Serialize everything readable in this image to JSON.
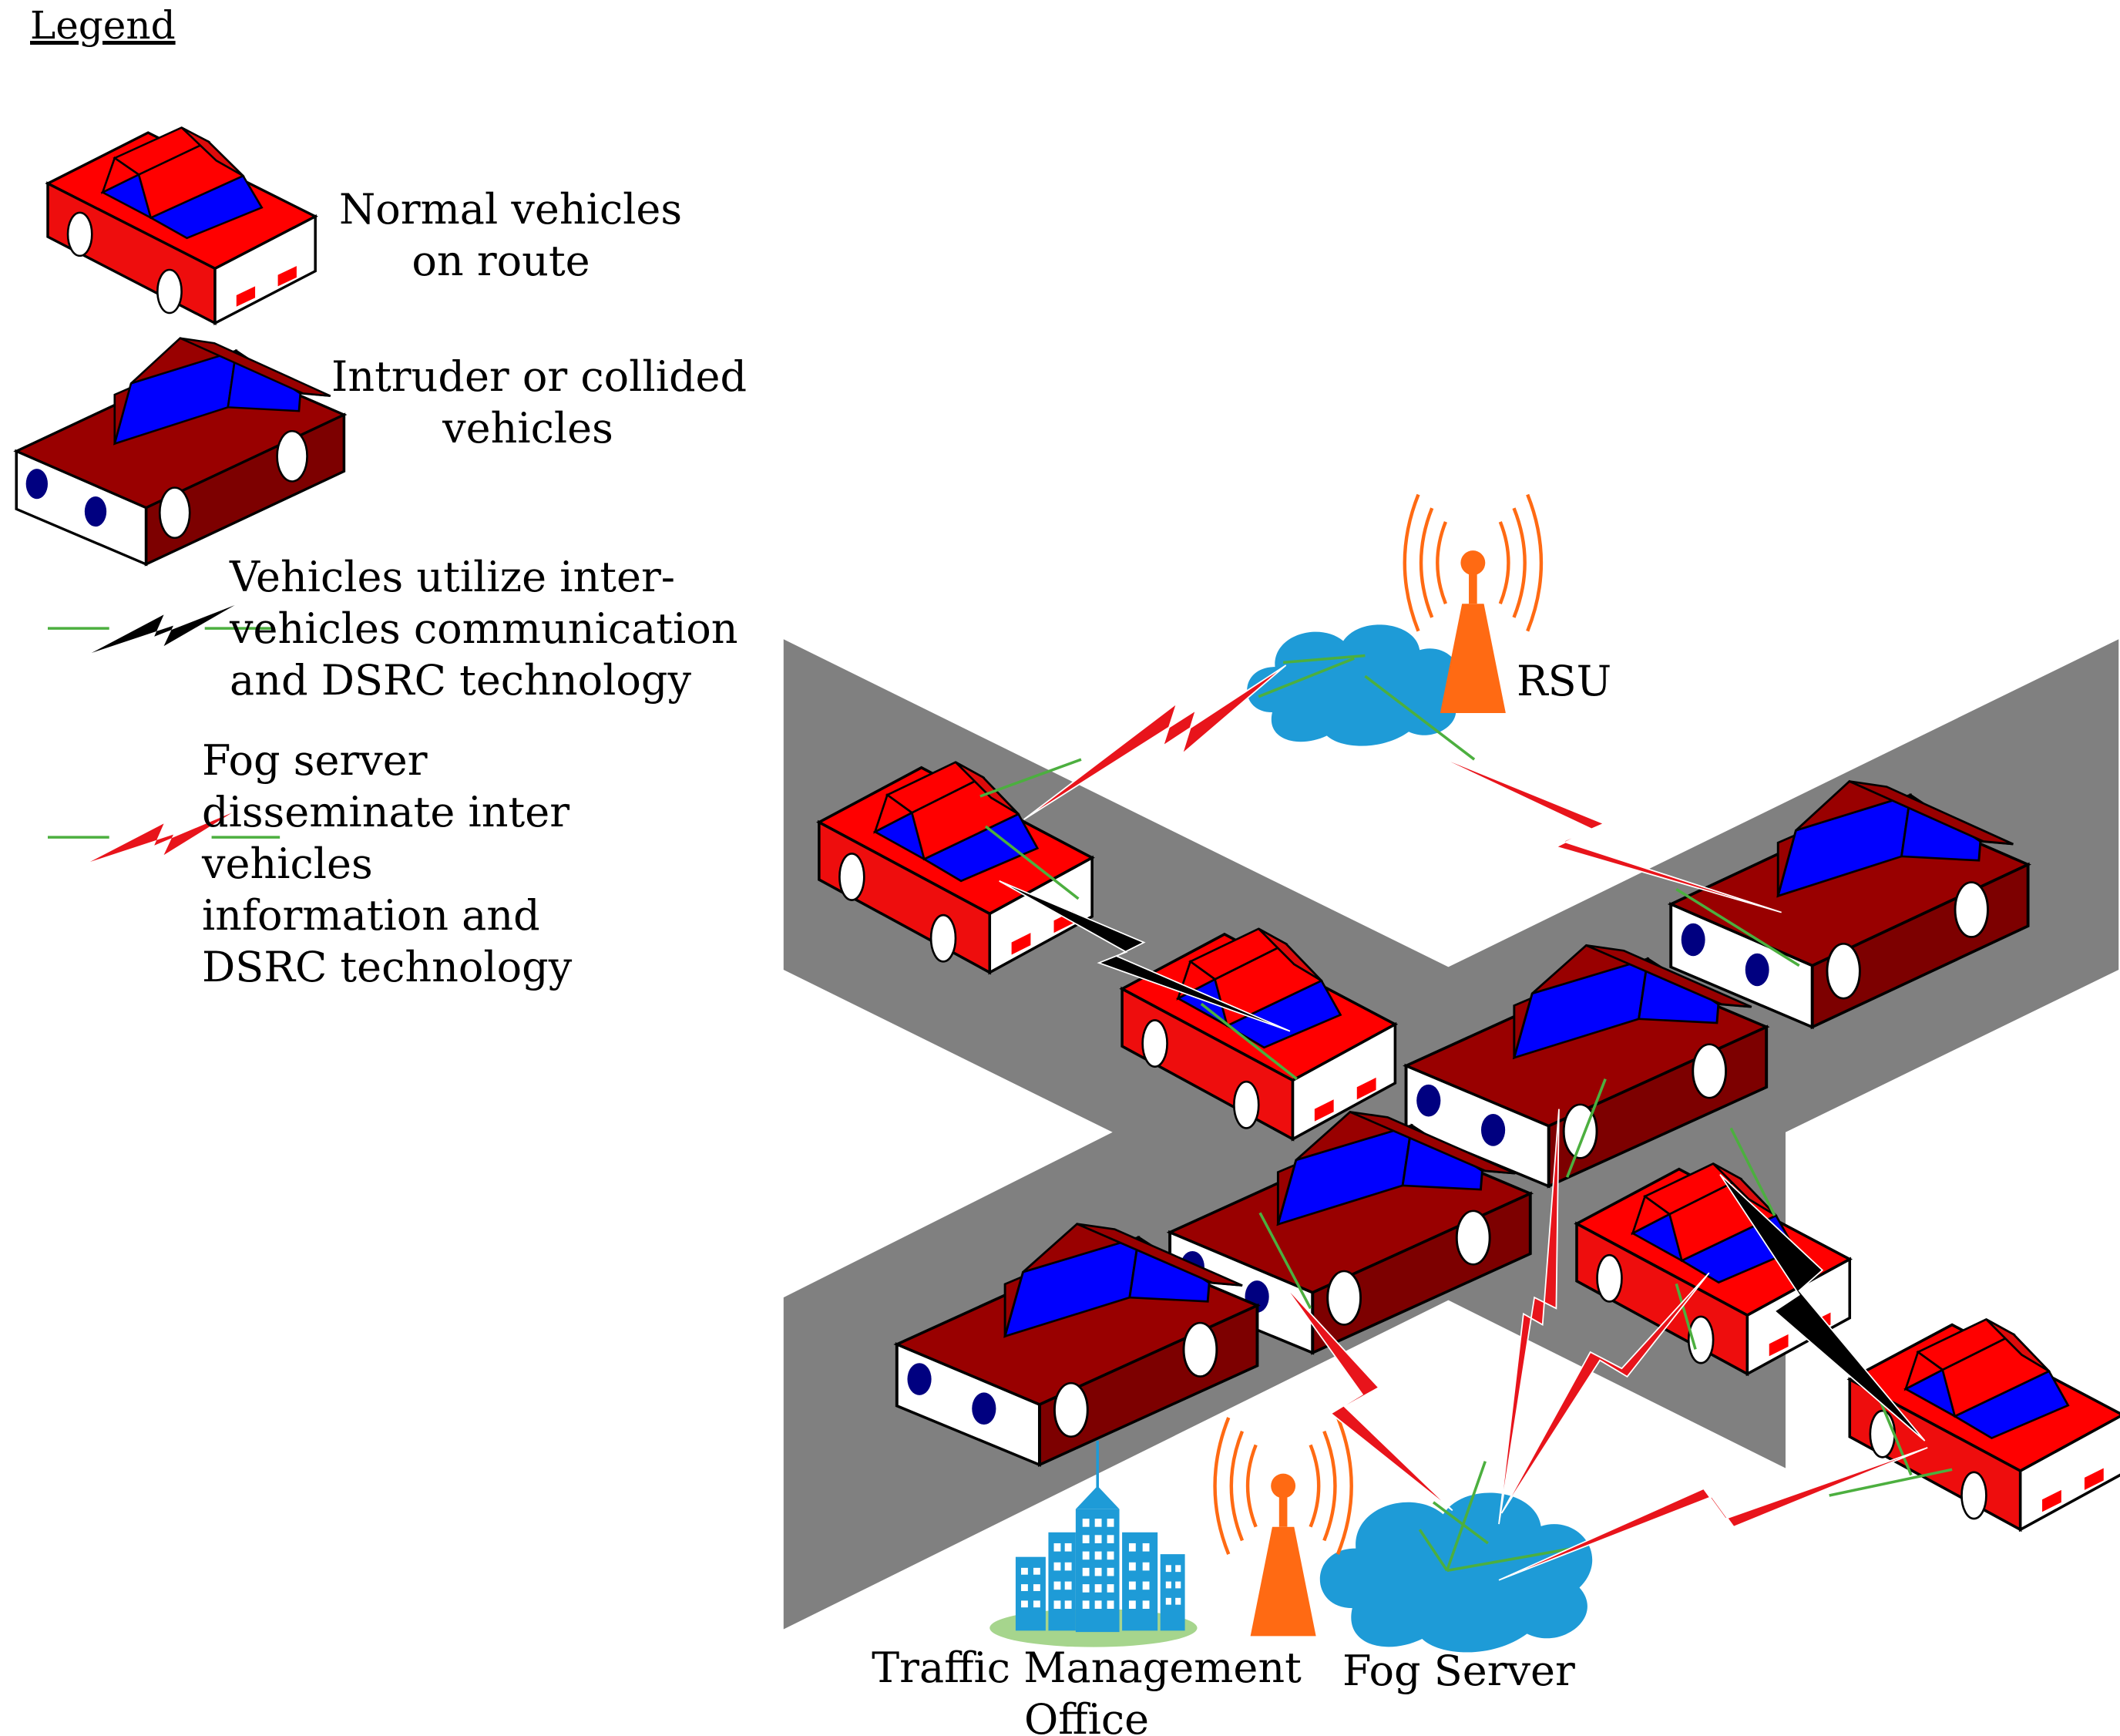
{
  "legend": {
    "title": "Legend",
    "items": [
      {
        "icon": "normal-vehicle-icon",
        "lines": [
          "Normal vehicles",
          "on route"
        ]
      },
      {
        "icon": "intruder-vehicle-icon",
        "lines": [
          "Intruder or collided",
          "vehicles"
        ]
      },
      {
        "icon": "black-lightning-icon",
        "lines": [
          "Vehicles utilize  inter-",
          "vehicles communication",
          "and DSRC technology"
        ]
      },
      {
        "icon": "red-lightning-icon",
        "lines": [
          "Fog server",
          "disseminate  inter",
          "vehicles",
          "information and",
          "DSRC technology"
        ]
      }
    ]
  },
  "scene": {
    "rsu_label": "RSU",
    "tmo_label_lines": [
      "Traffic Management",
      "Office"
    ],
    "fog_label": "Fog Server"
  },
  "colors": {
    "road": "#808080",
    "normal_body": "#ff0000",
    "normal_shade": "#e01010",
    "intruder_body": "#990000",
    "intruder_shade": "#7a0000",
    "window": "#0000ff",
    "cloud": "#1e9bd7",
    "tower": "#ff6a13",
    "link_red": "#e8141b",
    "link_black": "#000000",
    "dsrc_green": "#4caf3f",
    "building": "#1e9bd7",
    "grass": "#a6d58d"
  }
}
